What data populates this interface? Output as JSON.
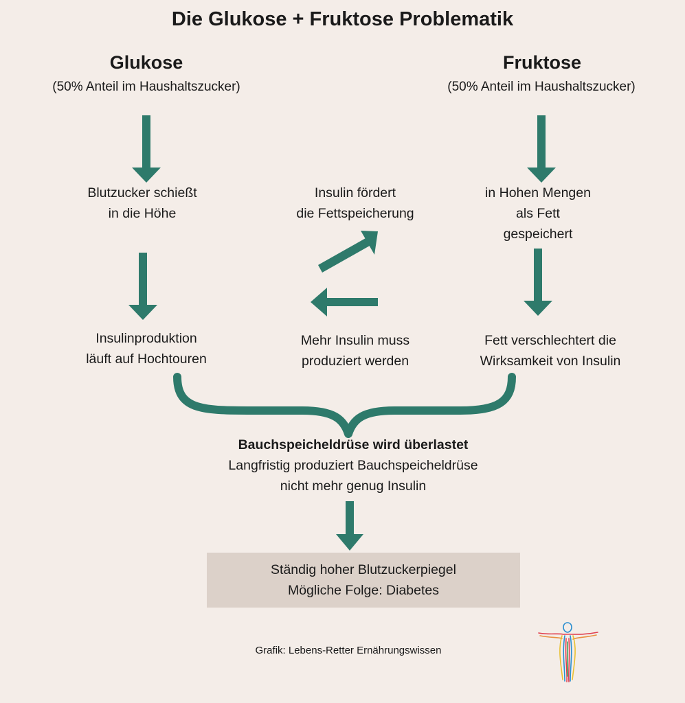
{
  "title": "Die Glukose + Fruktose Problematik",
  "glukose": {
    "heading": "Glukose",
    "subheading": "(50% Anteil im Haushaltszucker)",
    "step1": [
      "Blutzucker schießt",
      "in die Höhe"
    ],
    "step2": [
      "Insulinproduktion",
      "läuft auf Hochtouren"
    ]
  },
  "middle": {
    "top": [
      "Insulin fördert",
      "die Fettspeicherung"
    ],
    "bottom": [
      "Mehr Insulin muss",
      "produziert werden"
    ]
  },
  "fruktose": {
    "heading": "Fruktose",
    "subheading": "(50% Anteil im Haushaltszucker)",
    "step1": [
      "in Hohen Mengen",
      "als Fett",
      "gespeichert"
    ],
    "step2": [
      "Fett verschlechtert die",
      "Wirksamkeit von Insulin"
    ]
  },
  "pancreas": {
    "title": "Bauchspeicheldrüse wird überlastet",
    "lines": [
      "Langfristig produziert Bauchspeicheldrüse",
      "nicht mehr genug Insulin"
    ]
  },
  "result": {
    "lines": [
      "Ständig hoher Blutzuckerpiegel",
      "Mögliche Folge: Diabetes"
    ]
  },
  "credit": "Grafik: Lebens-Retter Ernährungswissen",
  "colors": {
    "background": "#f4ede8",
    "arrow": "#2e7a6b",
    "result_box": "#dcd1c9"
  }
}
